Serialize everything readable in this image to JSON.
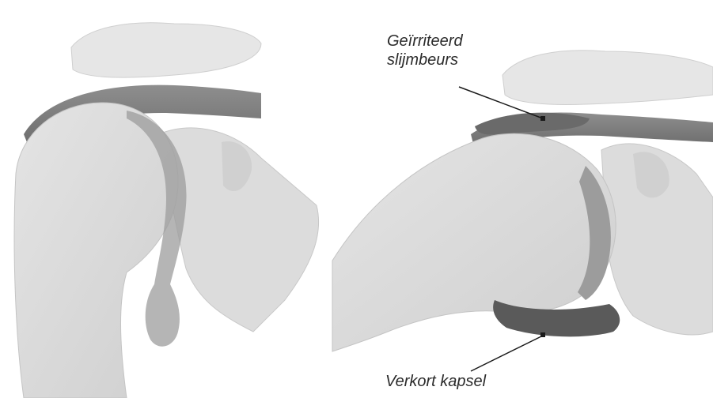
{
  "labels": {
    "bursa_line1": "Geïrriteerd",
    "bursa_line2": "slijmbeurs",
    "capsule": "Verkort kapsel"
  },
  "colors": {
    "background": "#ffffff",
    "bone": "#d9d9d9",
    "bone_shadow": "#bdbdbd",
    "capsule": "#8a8a8a",
    "muscle": "#5e5e5e",
    "leader_line": "#1a1a1a",
    "text": "#2b2b2b"
  }
}
